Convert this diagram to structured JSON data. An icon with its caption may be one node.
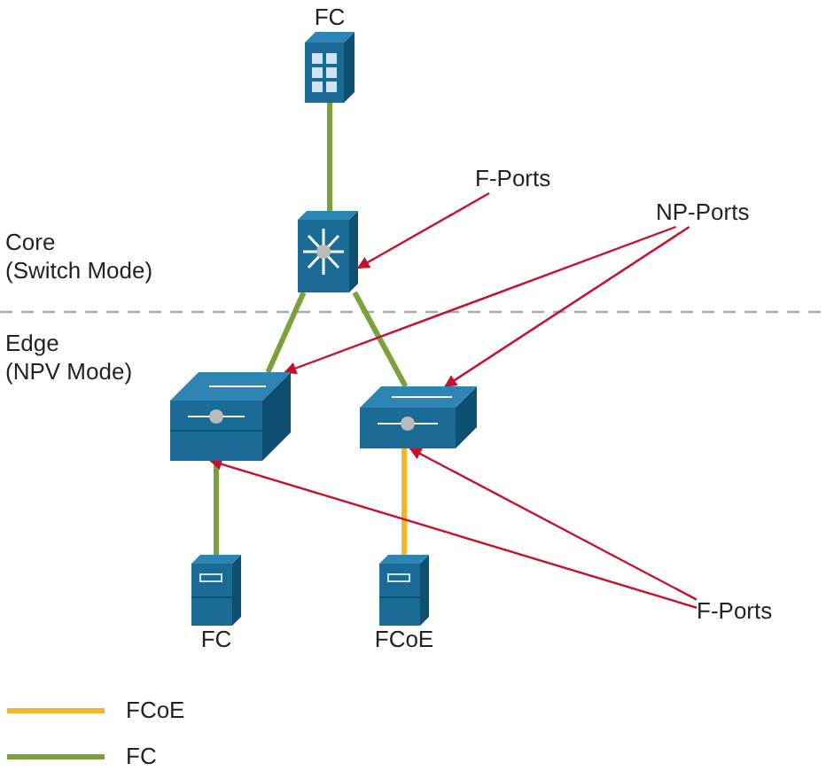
{
  "diagram": {
    "nodes": [
      {
        "text": [
          "FC"
        ]
      },
      {
        "text": [],
        "shape": "picture"
      },
      {
        "text": [],
        "shape": "picture"
      },
      {
        "text": [],
        "shape": "picture"
      },
      {
        "text": [
          "FC"
        ]
      },
      {
        "text": [
          "FCoE"
        ]
      },
      {
        "text": [
          "F-Ports"
        ]
      },
      {
        "text": [
          "NP-Ports"
        ]
      },
      {
        "text": [
          "F-Ports"
        ]
      }
    ],
    "edges": [
      {
        "from": 0,
        "to": 1,
        "arrow": "none",
        "style": "thick",
        "color": "#7aa23a"
      },
      {
        "from": 1,
        "to": 2,
        "arrow": "none",
        "style": "thick",
        "color": "#7aa23a"
      },
      {
        "from": 1,
        "to": 3,
        "arrow": "none",
        "style": "thick",
        "color": "#7aa23a"
      },
      {
        "from": 2,
        "to": 4,
        "arrow": "none",
        "style": "thick",
        "color": "#7aa23a"
      },
      {
        "from": 3,
        "to": 5,
        "arrow": "none",
        "style": "thick",
        "color": "#f2b52d"
      },
      {
        "from": 6,
        "to": 1,
        "arrow": "to",
        "color": "#c8102e"
      },
      {
        "from": 7,
        "to": 2,
        "arrow": "to",
        "color": "#c8102e"
      },
      {
        "from": 7,
        "to": 3,
        "arrow": "to",
        "color": "#c8102e"
      },
      {
        "from": 8,
        "to": 2,
        "arrow": "to",
        "color": "#c8102e"
      },
      {
        "from": 8,
        "to": 3,
        "arrow": "to",
        "color": "#c8102e"
      }
    ],
    "labels": [
      "Core (Switch Mode)",
      "Edge (NPV Mode)"
    ],
    "legend": [
      {
        "text": "FCoE"
      },
      {
        "text": "FC"
      }
    ]
  }
}
